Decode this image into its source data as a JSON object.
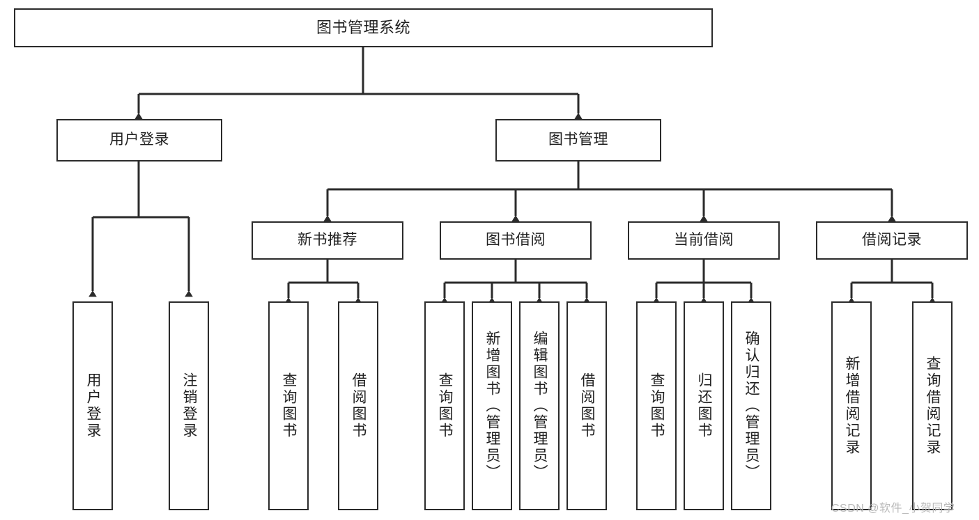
{
  "diagram": {
    "type": "tree-hierarchy",
    "title": "图书管理系统",
    "watermark": "CSDN @软件_小贺同学",
    "colors": {
      "node_border": "#2b2b2b",
      "node_fill": "#ffffff",
      "connector": "#2b2b2b",
      "text": "#1f1f1f",
      "watermark": "#b9b9b9",
      "background": "#ffffff"
    },
    "levels": [
      {
        "level": 1,
        "nodes": [
          {
            "id": "root",
            "label": "图书管理系统",
            "orientation": "horizontal"
          }
        ]
      },
      {
        "level": 2,
        "nodes": [
          {
            "id": "user-login",
            "label": "用户登录",
            "orientation": "horizontal"
          },
          {
            "id": "book-manage",
            "label": "图书管理",
            "orientation": "horizontal"
          }
        ]
      },
      {
        "level": 3,
        "nodes": [
          {
            "id": "new-book-rec",
            "label": "新书推荐",
            "orientation": "horizontal"
          },
          {
            "id": "book-borrow",
            "label": "图书借阅",
            "orientation": "horizontal"
          },
          {
            "id": "current-borrow",
            "label": "当前借阅",
            "orientation": "horizontal"
          },
          {
            "id": "borrow-record",
            "label": "借阅记录",
            "orientation": "horizontal"
          }
        ]
      },
      {
        "level": 4,
        "nodes": [
          {
            "id": "leaf-user-login",
            "label": "用户登录",
            "orientation": "vertical",
            "parent": "user-login"
          },
          {
            "id": "leaf-user-logout",
            "label": "注销登录",
            "orientation": "vertical",
            "parent": "user-login"
          },
          {
            "id": "leaf-query-book-1",
            "label": "查询图书",
            "orientation": "vertical",
            "parent": "new-book-rec"
          },
          {
            "id": "leaf-borrow-book-1",
            "label": "借阅图书",
            "orientation": "vertical",
            "parent": "new-book-rec"
          },
          {
            "id": "leaf-query-book-2",
            "label": "查询图书",
            "orientation": "vertical",
            "parent": "book-borrow"
          },
          {
            "id": "leaf-add-book",
            "label": "新增图书（管理员）",
            "orientation": "vertical",
            "parent": "book-borrow"
          },
          {
            "id": "leaf-edit-book",
            "label": "编辑图书（管理员）",
            "orientation": "vertical",
            "parent": "book-borrow"
          },
          {
            "id": "leaf-borrow-book-2",
            "label": "借阅图书",
            "orientation": "vertical",
            "parent": "book-borrow"
          },
          {
            "id": "leaf-query-book-3",
            "label": "查询图书",
            "orientation": "vertical",
            "parent": "current-borrow"
          },
          {
            "id": "leaf-return-book",
            "label": "归还图书",
            "orientation": "vertical",
            "parent": "current-borrow"
          },
          {
            "id": "leaf-confirm-return",
            "label": "确认归还（管理员）",
            "orientation": "vertical",
            "parent": "current-borrow"
          },
          {
            "id": "leaf-add-record",
            "label": "新增借阅记录",
            "orientation": "vertical",
            "parent": "borrow-record"
          },
          {
            "id": "leaf-query-record",
            "label": "查询借阅记录",
            "orientation": "vertical",
            "parent": "borrow-record"
          }
        ]
      }
    ]
  }
}
